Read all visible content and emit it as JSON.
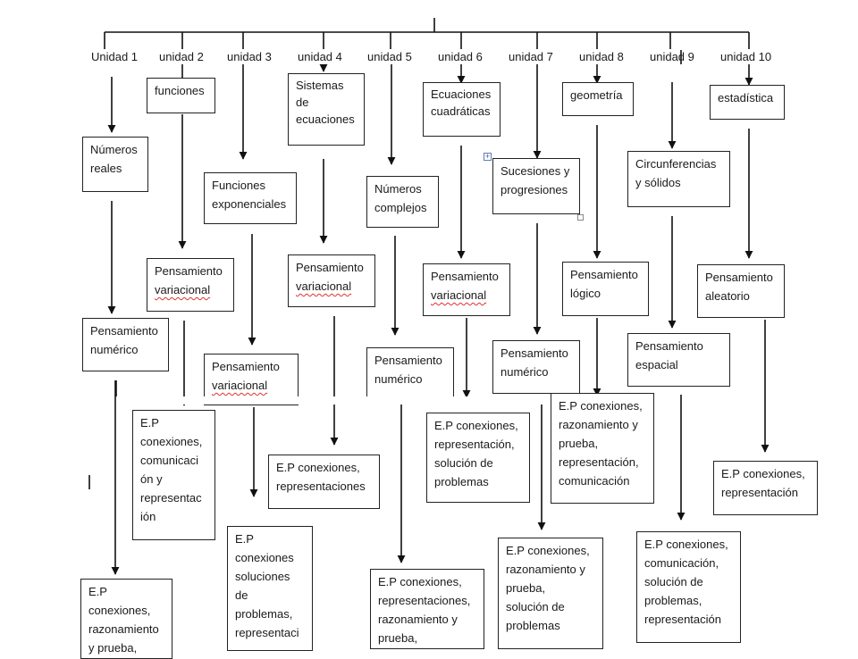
{
  "units": [
    {
      "label": "Unidad 1"
    },
    {
      "label": "unidad  2"
    },
    {
      "label": "unidad 3"
    },
    {
      "label": "unidad 4"
    },
    {
      "label": "unidad 5"
    },
    {
      "label": "unidad 6"
    },
    {
      "label": "unidad 7"
    },
    {
      "label": "unidad 8"
    },
    {
      "label": "unidad 9"
    },
    {
      "label": "unidad  10"
    }
  ],
  "topics": [
    "Números\nreales",
    "funciones",
    "Funciones\nexponenciales",
    "Sistemas\nde\necuaciones",
    "Números\ncomplejos",
    "Ecuaciones\ncuadráticas",
    "Sucesiones y\nprogresiones",
    "geometría",
    "Circunferencias\ny sólidos",
    "estadística"
  ],
  "thoughts": [
    "Pensamiento\nnumérico",
    "Pensamiento\nvariacional",
    "Pensamiento\nvariacional",
    "Pensamiento\nvariacional",
    "Pensamiento\nnumérico",
    "Pensamiento\nvariacional",
    "Pensamiento\nnumérico",
    "Pensamiento\nlógico",
    "Pensamiento\nespacial",
    "Pensamiento\naleatorio"
  ],
  "processes": [
    "E.P\nconexiones,\nrazonamiento\ny prueba,",
    "E.P\nconexiones,\ncomunicaci\nón y\nrepresentac\nión",
    "E.P\nconexiones\nsoluciones\nde\nproblemas,\nrepresentaci",
    "E.P conexiones,\nrepresentaciones",
    "E.P conexiones,\nrepresentaciones,\nrazonamiento y\nprueba,",
    "E.P conexiones,\nrepresentación,\nsolución de\nproblemas",
    "E.P conexiones,\nrazonamiento y\nprueba,\nsolución de\nproblemas",
    "E.P conexiones,\nrazonamiento y\nprueba,\nrepresentación,\ncomunicación",
    "E.P conexiones,\ncomunicación,\nsolución de\nproblemas,\nrepresentación",
    "E.P conexiones,\nrepresentación"
  ],
  "colors": {
    "line": "#111111",
    "box_border": "#222222",
    "spell_underline": "#dd3333"
  },
  "icons": {
    "move_handle": "move-handle-icon",
    "resize_handle": "resize-handle-icon"
  }
}
